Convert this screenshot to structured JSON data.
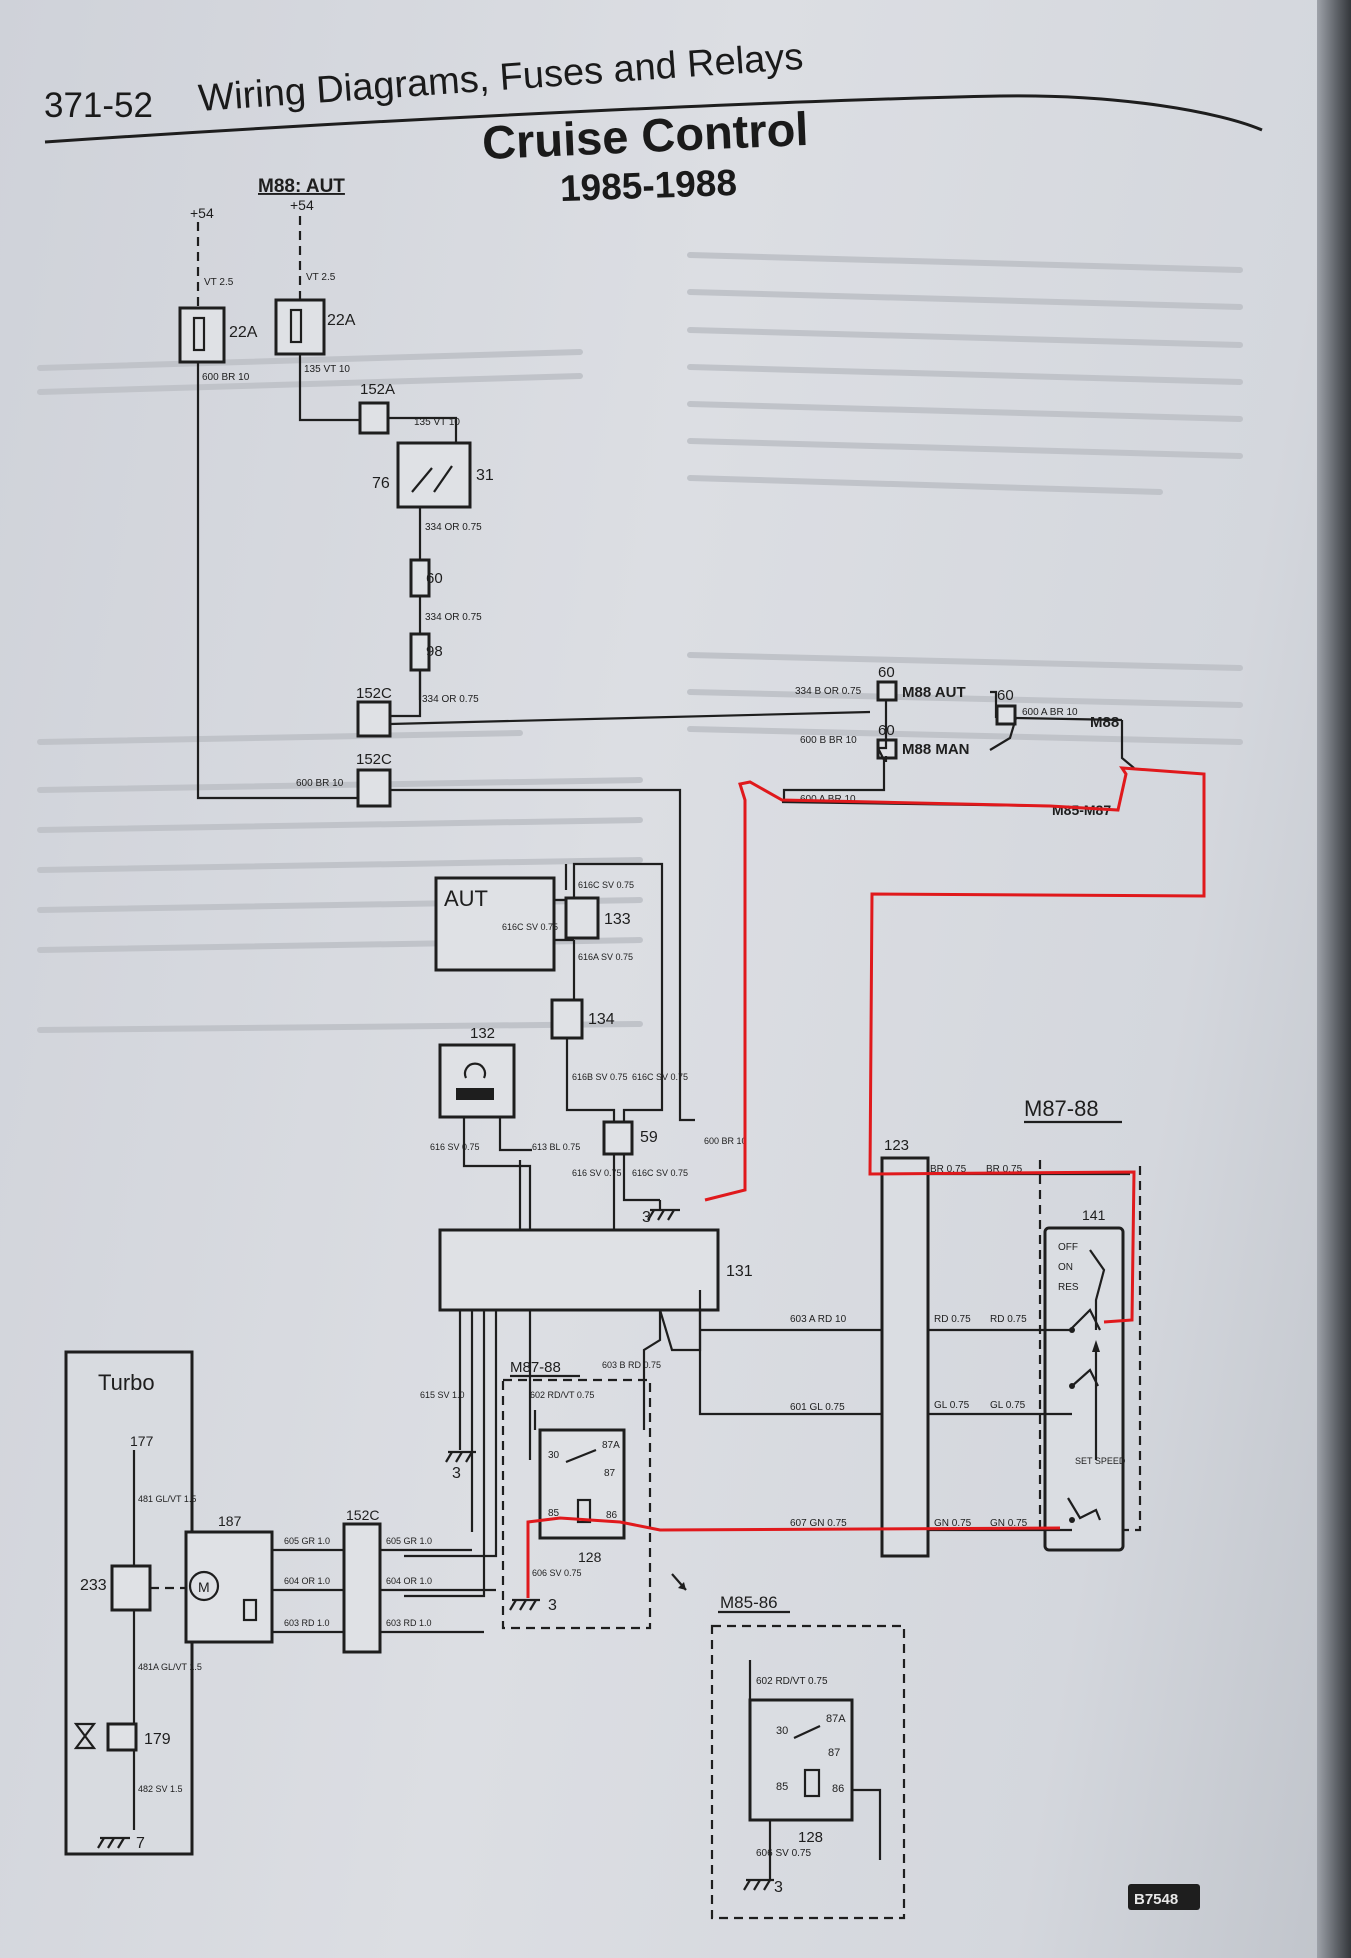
{
  "page": {
    "page_number": "371-52",
    "section_title": "Wiring Diagrams, Fuses and Relays",
    "title": "Cruise Control",
    "years": "1985-1988",
    "figure_code": "B7548"
  },
  "colors": {
    "wire": "#1e1e1e",
    "highlight": "#e0191c",
    "paper": "#d6d9df"
  },
  "supply": {
    "terminal_left": "+54",
    "terminal_right": "+54",
    "terminal_right_model": "M88: AUT",
    "wire_left_top": "VT 2.5",
    "wire_right_top": "VT 2.5",
    "fuse_left": "22A",
    "fuse_right": "22A",
    "wire_left": "600 BR 10",
    "wire_right": "135 VT 10"
  },
  "components": {
    "connector_152a": "152A",
    "connector_152a_wire": "135 VT 10",
    "switch_left": "76",
    "switch_right": "31",
    "wire_334_a": "334 OR 0.75",
    "connector_60": "60",
    "wire_334_b": "334 OR 0.75",
    "connector_98": "98",
    "connector_152c_a": "152C",
    "wire_334_c": "334 OR 0.75",
    "connector_152c_b": "152C",
    "wire_600_br": "600 BR 10",
    "aut_unit": "AUT",
    "wire_616c": "616C SV 0.75",
    "connector_133": "133",
    "wire_616a": "616A SV 0.75",
    "connector_134": "134",
    "wire_616b": "616B SV 0.75",
    "switch_132": "132",
    "wire_616": "616 SV 0.75",
    "wire_613": "613 BL 0.75",
    "connector_59": "59",
    "wire_616c_b": "616C SV 0.75",
    "ground_3": "3",
    "wire_600_br_b": "600 BR 10",
    "control_unit": "131",
    "wire_615": "615 SV 1.0",
    "ground_3b": "3"
  },
  "model_connectors": {
    "m88_aut_wire": "334 B OR 0.75",
    "m88_aut_conn": "60",
    "m88_aut_label": "M88 AUT",
    "m88_man_wire": "600 B BR 10",
    "m88_man_conn": "60",
    "m88_man_label": "M88 MAN",
    "m88_conn": "60",
    "m88_wire": "600 A BR 10",
    "m88_label": "M88",
    "m85_m87_wire": "600 A BR 10",
    "m85_m87_label": "M85-M87",
    "m87_88_label": "M87-88",
    "connector_123": "123",
    "wire_br": "BR 0.75",
    "wire_br_b": "BR 0.75"
  },
  "cruise_switch": {
    "number": "141",
    "off": "OFF",
    "on": "ON",
    "res": "RES",
    "set_speed": "SET SPEED",
    "wire_603a": "603 A RD 10",
    "wire_rd": "RD 0.75",
    "wire_rd_b": "RD 0.75",
    "wire_601": "601 GL 0.75",
    "wire_gl": "GL 0.75",
    "wire_gl_b": "GL 0.75",
    "wire_607": "607 GN 0.75",
    "wire_gn": "GN 0.75",
    "wire_gn_b": "GN 0.75"
  },
  "relay_m87_88": {
    "label": "M87-88",
    "wire_602": "602 RD/VT 0.75",
    "wire_603b": "603 B RD 0.75",
    "pin_30": "30",
    "pin_87a": "87A",
    "pin_87": "87",
    "pin_85": "85",
    "pin_86": "86",
    "relay": "128",
    "wire_606": "606 SV 0.75",
    "ground": "3"
  },
  "relay_m85_86": {
    "label": "M85-86",
    "wire_602": "602 RD/VT 0.75",
    "pin_30": "30",
    "pin_87a": "87A",
    "pin_87": "87",
    "pin_85": "85",
    "pin_86": "86",
    "relay": "128",
    "wire_606": "606 SV 0.75",
    "ground": "3"
  },
  "turbo": {
    "label": "Turbo",
    "connector_177": "177",
    "wire_481": "481 GL/VT 1.5",
    "sensor": "233",
    "wire_481a": "481A GL/VT 1.5",
    "valve": "179",
    "wire_482": "482 SV 1.5",
    "ground": "7",
    "actuator": "187",
    "motor": "M",
    "connector_152c": "152C",
    "wire_605": "605 GR 1.0",
    "wire_605_b": "605 GR 1.0",
    "wire_604": "604 OR 1.0",
    "wire_604_b": "604 OR 1.0",
    "wire_603": "603 RD 1.0",
    "wire_603_b": "603 RD 1.0"
  }
}
